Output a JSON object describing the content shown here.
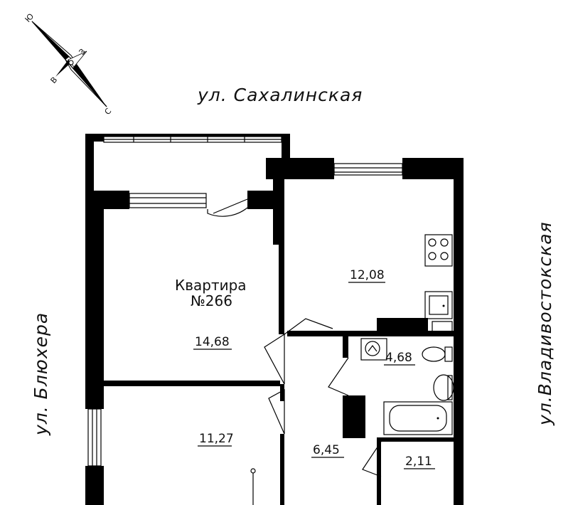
{
  "streets": {
    "north": "ул. Сахалинская",
    "east": "ул.Владивостокская",
    "west": "ул. Блюхера"
  },
  "apartment": {
    "label_line1": "Квартира",
    "label_line2": "№266"
  },
  "rooms": {
    "room_large": "14,68",
    "kitchen": "12,08",
    "bathroom": "4,68",
    "room_small": "11,27",
    "hallway": "6,45",
    "closet": "2,11"
  },
  "compass": {
    "south_top": "Ю",
    "east": "З",
    "west": "В",
    "north_bottom": "С"
  }
}
